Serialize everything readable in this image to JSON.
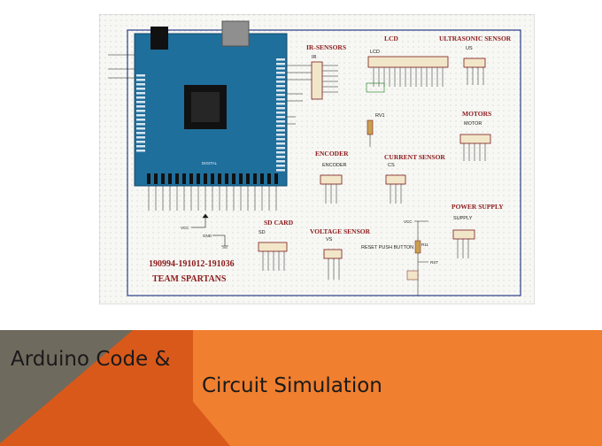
{
  "schematic": {
    "sections": {
      "ir_sensors": "IR-SENSORS",
      "lcd": "LCD",
      "ultrasonic": "ULTRASONIC SENSOR",
      "motors": "MOTORS",
      "encoder": "ENCODER",
      "current_sensor": "CURRENT SENSOR",
      "sd_card": "SD CARD",
      "voltage_sensor": "VOLTAGE SENSOR",
      "power_supply": "POWER SUPPLY"
    },
    "parts": {
      "ir": "IR",
      "lcd": "LCD",
      "rv1": "RV1",
      "us": "US",
      "motor": "MOTOR",
      "encoder": "ENCODER",
      "cs": "CS",
      "sd": "SD",
      "vs": "VS",
      "reset": "RESET PUSH BUTTON",
      "r11": "R11",
      "supply": "SUPPLY",
      "digital": "DIGITAL",
      "vcc": "VCC",
      "gnd": "GND",
      "rst": "RST"
    },
    "team_ids": "190994-191012-191036",
    "team_name": "TEAM SPARTANS"
  },
  "banner": {
    "line1": "Arduino Code &",
    "line2": "Circuit Simulation"
  },
  "colors": {
    "board": "#1f6f9c",
    "section_title": "#8b1a1a",
    "banner_orange": "#f07f2f",
    "banner_dark_orange": "#d9591b",
    "banner_gray": "#6f6a5e"
  }
}
